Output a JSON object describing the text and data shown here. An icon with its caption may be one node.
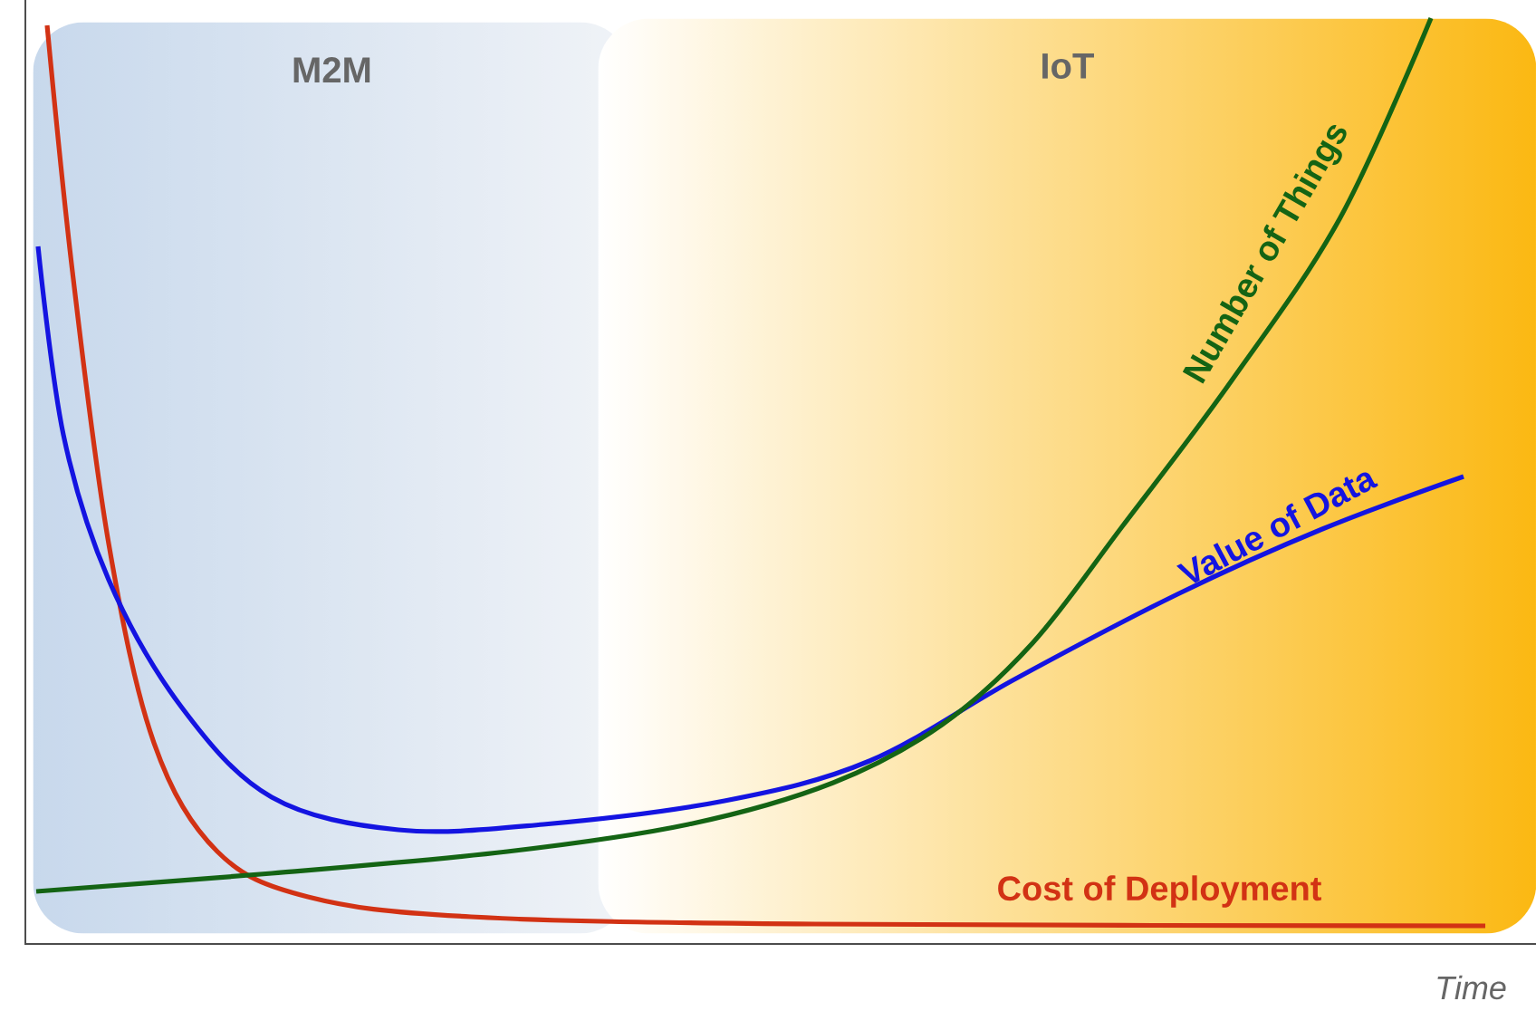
{
  "diagram": {
    "nodes": [
      {
        "text": [
          "M2M"
        ]
      },
      {
        "text": [
          "IoT"
        ]
      }
    ],
    "labels": [
      "Number of Things",
      "Value of Data",
      "Cost of Deployment",
      "Time"
    ]
  }
}
